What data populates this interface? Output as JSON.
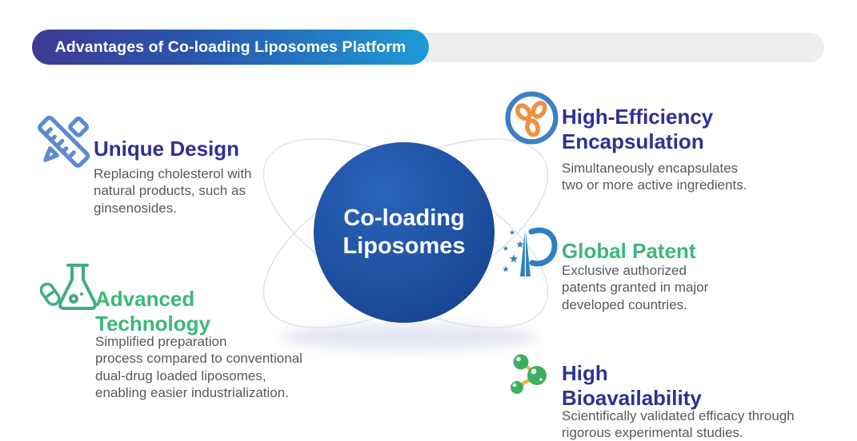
{
  "header": {
    "pill_label": "Advantages of Co-loading Liposomes Platform"
  },
  "hub": {
    "label": "Co-loading\nLiposomes"
  },
  "features": [
    {
      "id": "unique-design",
      "title": "Unique Design",
      "body": "Replacing cholesterol with\nnatural products, such as\nginsenosides.",
      "icon": "ruler-pencil-icon",
      "title_color": "#2e3192"
    },
    {
      "id": "advanced-technology",
      "title": "Advanced\nTechnology",
      "body": "Simplified preparation\nprocess compared to conventional\ndual-drug loaded liposomes,\nenabling easier industrialization.",
      "icon": "flask-pill-icon",
      "title_color": "#3cb878"
    },
    {
      "id": "high-efficiency-encapsulation",
      "title": "High-Efficiency\nEncapsulation",
      "body": "Simultaneously encapsulates\ntwo or more active ingredients.",
      "icon": "encapsulated-droplets-icon",
      "title_color": "#2e3192"
    },
    {
      "id": "global-patent",
      "title": "Global Patent",
      "body": "Exclusive authorized\npatents granted in major\ndeveloped countries.",
      "icon": "patent-p-stars-icon",
      "title_color": "#3cb878"
    },
    {
      "id": "high-bioavailability",
      "title": "High\nBioavailability",
      "body": "Scientifically validated efficacy through\nrigorous experimental studies.",
      "icon": "molecule-icon",
      "title_color": "#2e3192"
    }
  ],
  "colors": {
    "heading_navy": "#2e3192",
    "heading_green": "#3cb878",
    "body_text": "#595959",
    "pill_gradient_start": "#3d3a93",
    "pill_gradient_end": "#1e9ad6",
    "header_track_gray": "#eeeeee",
    "hub_blue": "#1e509f",
    "hub_text": "#ffffff",
    "orbit_line": "#dfe0e5",
    "ruler_icon_blue": "#5b8bd4",
    "encapsulation_ring_blue": "#3b7fc4",
    "encapsulation_orange": "#ef9240",
    "flask_green": "#41ae7d",
    "patent_blue": "#2e7fc1",
    "molecule_green": "#3cb060",
    "molecule_bond_yellow": "#e9b63c"
  }
}
